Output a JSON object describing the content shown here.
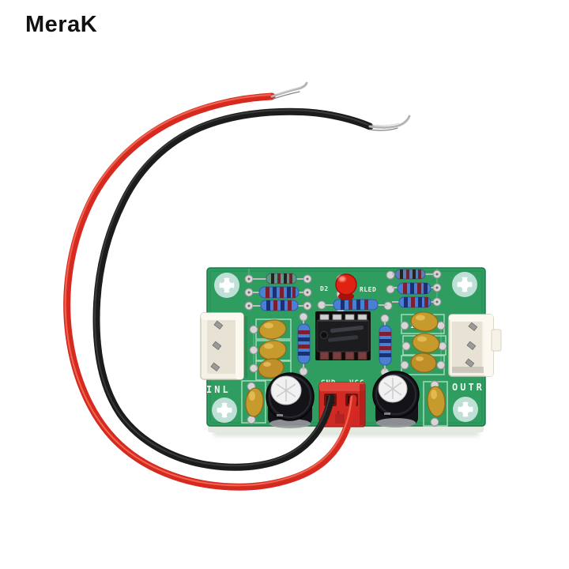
{
  "brand": {
    "logo": "MeraK"
  },
  "product_photo": {
    "description": "Green PCB mini audio preamplifier board module with DIP-8 IC, resistors, capacitors, red power terminal and red/black power wires on white background",
    "board_labels": {
      "input": "INL",
      "output": "OUTR",
      "led_ref": "D2",
      "led_name": "RLED",
      "cap_code": "105",
      "power_neg": "GND",
      "power_pos": "VCC"
    },
    "colors": {
      "background": "#ffffff",
      "pcb_green": "#2f9c60",
      "pcb_edge": "#1e7a49",
      "silk_line": "#9fdcba",
      "wire_red": "#d6291f",
      "wire_black": "#1c1c1c",
      "led_red": "#df2212",
      "terminal_red": "#d02a24",
      "capacitor_yellow": "#c79a2e",
      "resistor_blue": "#4a7fd4",
      "connector_cream": "#f4f1e7",
      "logo_black": "#111111"
    }
  }
}
